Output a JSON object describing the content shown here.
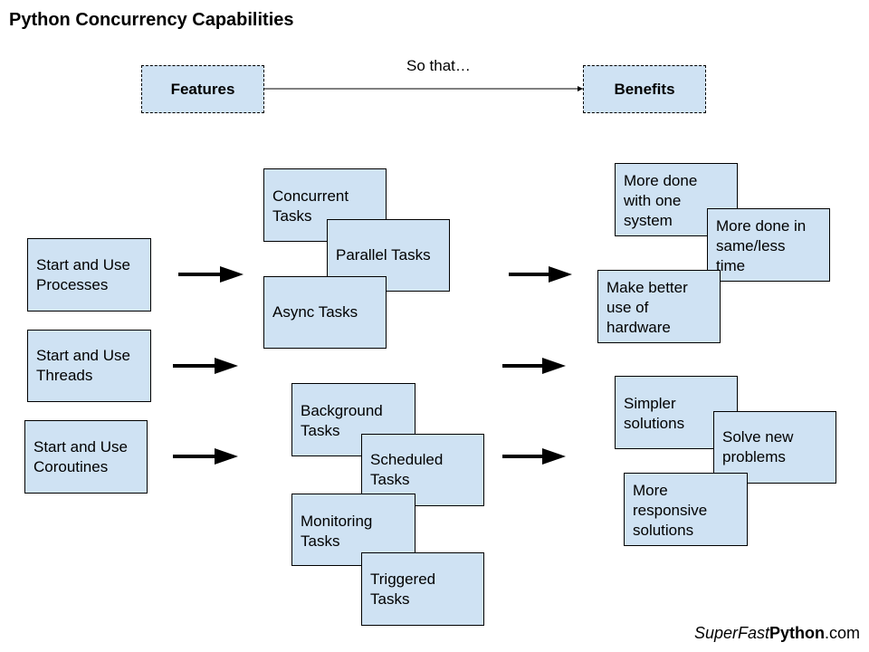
{
  "title": "Python Concurrency Capabilities",
  "legend": {
    "features": "Features",
    "connector": "So that…",
    "benefits": "Benefits"
  },
  "apis": [
    "Start and Use\nProcesses",
    "Start and Use\nThreads",
    "Start and Use\nCoroutines"
  ],
  "features": {
    "group1": [
      "Concurrent\nTasks",
      "Parallel Tasks",
      "Async Tasks"
    ],
    "group2": [
      "Background\nTasks",
      "Scheduled\nTasks",
      "Monitoring\nTasks",
      "Triggered\nTasks"
    ]
  },
  "benefits": {
    "group1": [
      "More done\nwith one\nsystem",
      "More done in\nsame/less\ntime",
      "Make better\nuse of\nhardware"
    ],
    "group2": [
      "Simpler\nsolutions",
      "Solve new\nproblems",
      "More\nresponsive\nsolutions"
    ]
  },
  "footer": {
    "part1": "SuperFast",
    "part2": "Python",
    "part3": ".com"
  }
}
